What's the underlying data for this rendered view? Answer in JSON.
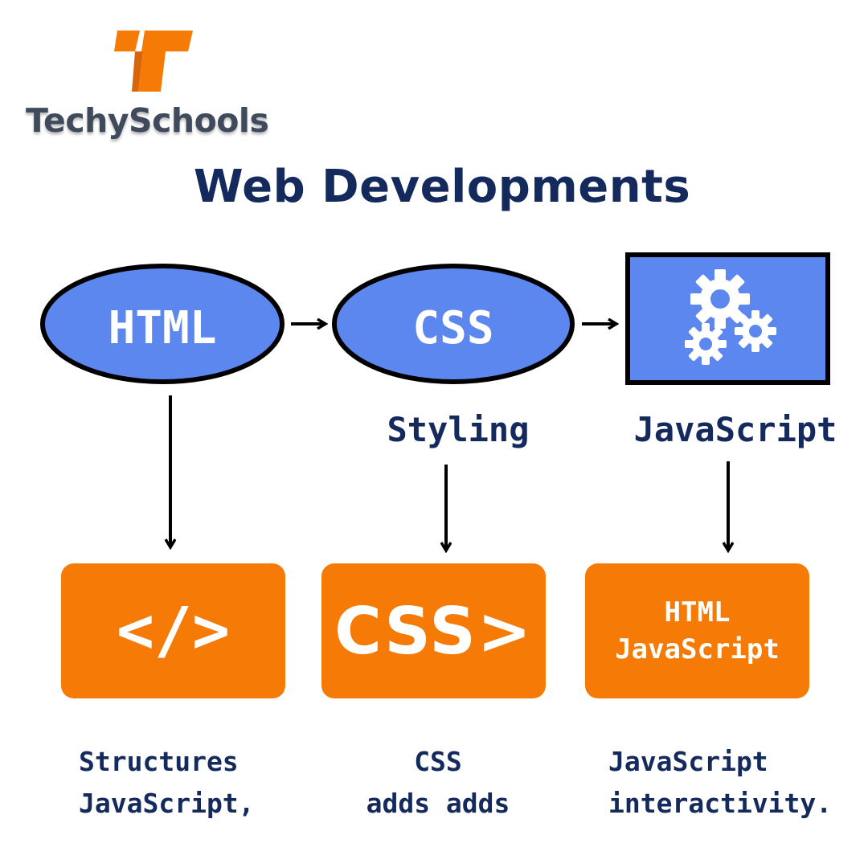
{
  "brand": {
    "name": "TechySchools",
    "accent_color": "#f57a06",
    "navy_color": "#142a5c",
    "blue_color": "#5b87ee"
  },
  "title": "Web Developments",
  "flow": {
    "nodes": [
      {
        "id": "html",
        "label": "HTML",
        "shape": "ellipse"
      },
      {
        "id": "css",
        "label": "CSS",
        "shape": "ellipse"
      },
      {
        "id": "js",
        "label": "",
        "shape": "rectangle",
        "icon": "gears-icon"
      }
    ],
    "sublabels": {
      "css": "Styling",
      "js": "JavaScript"
    }
  },
  "cards": [
    {
      "id": "html",
      "text": "</>",
      "icon": "code-tag-icon"
    },
    {
      "id": "css",
      "text": "CSS>"
    },
    {
      "id": "js",
      "lines": [
        "HTML",
        "JavaScript"
      ]
    }
  ],
  "captions": [
    {
      "lines": [
        "Structures",
        "JavaScript,"
      ]
    },
    {
      "lines": [
        "CSS",
        "adds adds"
      ]
    },
    {
      "lines": [
        "JavaScript",
        "interactivity."
      ]
    }
  ]
}
